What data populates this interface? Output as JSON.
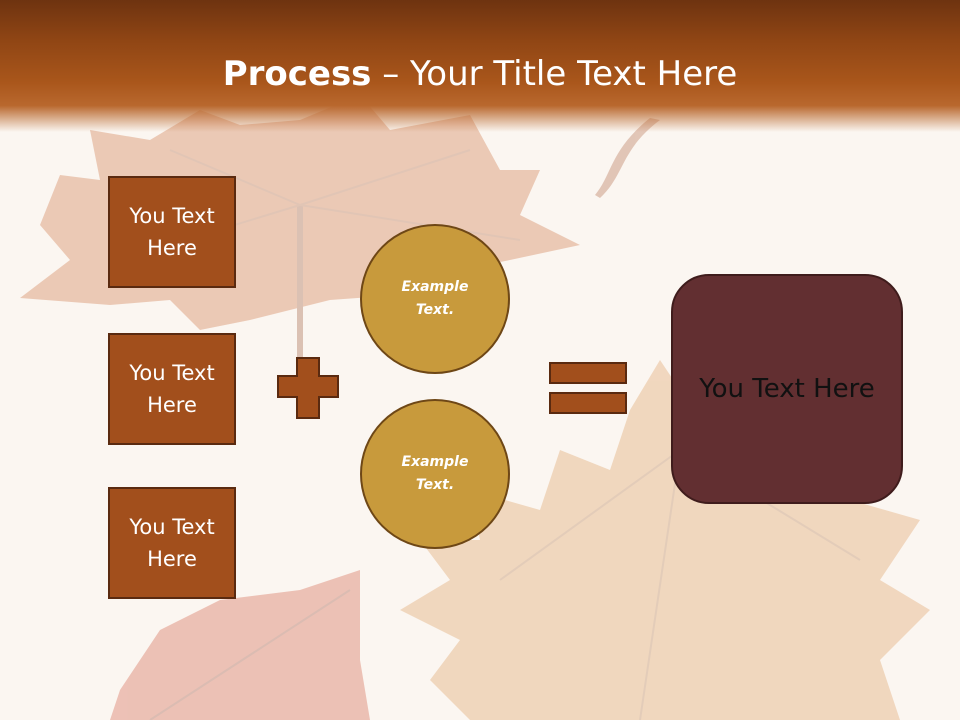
{
  "title": {
    "bold": "Process",
    "rest": " – Your Title Text Here"
  },
  "left_boxes": [
    {
      "label": "You Text Here"
    },
    {
      "label": "You Text Here"
    },
    {
      "label": "You Text Here"
    }
  ],
  "circles": [
    {
      "label": "Example Text."
    },
    {
      "label": "Example Text."
    }
  ],
  "operators": {
    "plus": "plus-icon",
    "equals": "equals-icon"
  },
  "result": {
    "label": "You Text Here"
  },
  "colors": {
    "header": "#a9561b",
    "box_fill": "#a24f1c",
    "circle_fill": "#c89a3c",
    "result_fill": "#622f31",
    "operator_fill": "#a24f1c",
    "background": "#fbf6f1"
  }
}
